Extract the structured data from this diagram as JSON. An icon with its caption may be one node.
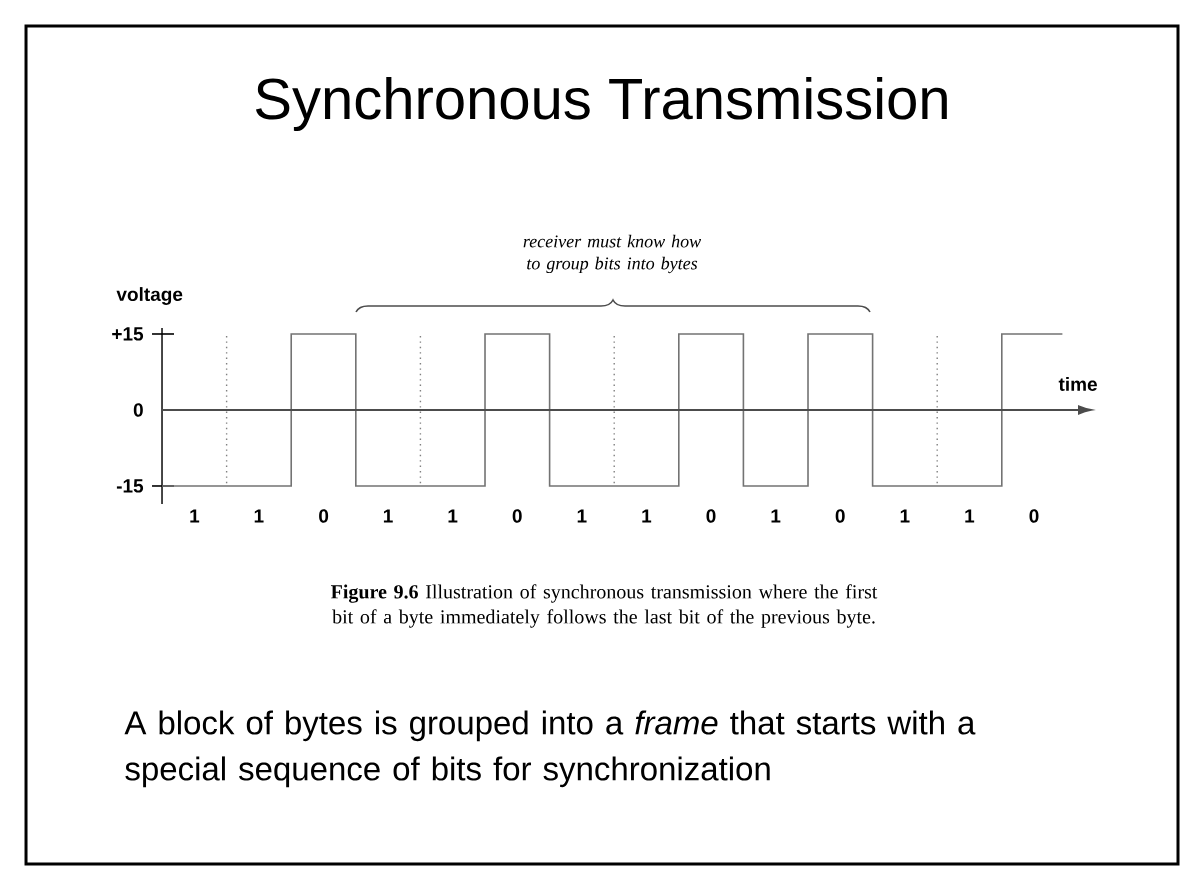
{
  "diagram": {
    "title": "Synchronous Transmission",
    "caption": "**Figure 9.6** Illustration of synchronous transmission where the first bit of a byte immediately follows the last bit of the previous byte.",
    "labels": [
      "receiver must know how to group bits into bytes",
      "voltage",
      "+15",
      "time",
      "0",
      "-15",
      "1",
      "1",
      "0",
      "1",
      "1",
      "0",
      "1",
      "1",
      "0",
      "1",
      "0",
      "1",
      "1",
      "0",
      "A block of bytes is grouped into a *frame* that starts with a special sequence of bits for synchronization"
    ]
  }
}
